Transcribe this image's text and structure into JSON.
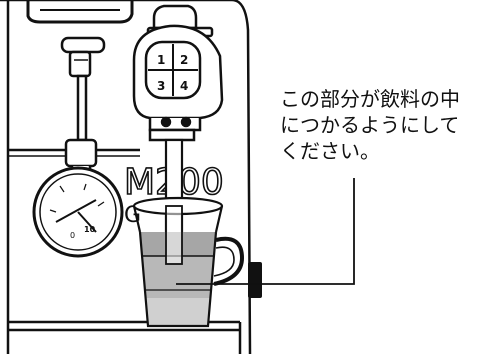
{
  "callout": {
    "lines": [
      "この部分が飲料の中",
      "につかるようにして",
      "ください。"
    ]
  },
  "machine": {
    "model_text": "M200",
    "model_text_2": "G",
    "gauge_labels": [
      "0",
      "10"
    ]
  },
  "button_pad": {
    "numbers": [
      "1",
      "2",
      "3",
      "4"
    ]
  },
  "colors": {
    "line": "#111111",
    "liquid": "#b8b8b8",
    "liquid_dark": "#a6a6a6",
    "machine_fill": "#ffffff",
    "shadow": "#d8d8d8"
  }
}
